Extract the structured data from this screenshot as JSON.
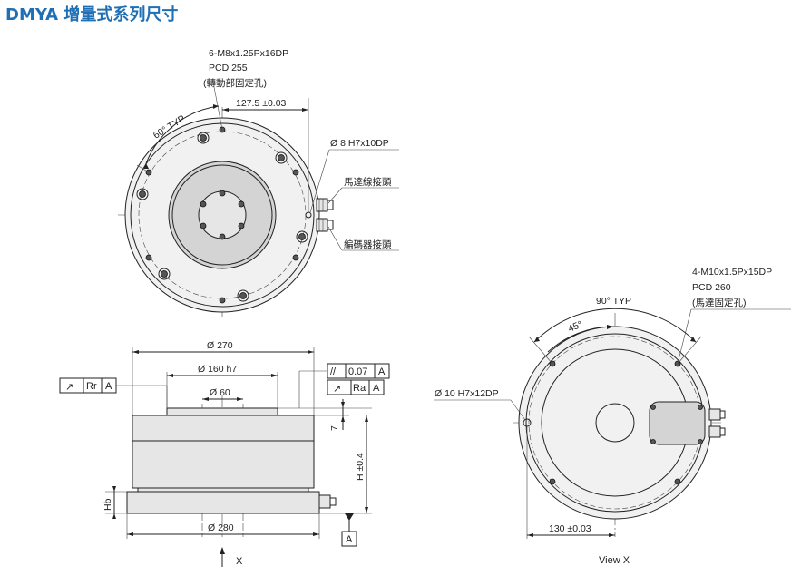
{
  "title": "DMYA 增量式系列尺寸",
  "top_view": {
    "screw_spec": "6-M8x1.25Px16DP",
    "pcd": "PCD 255",
    "screw_note": "(轉動部固定孔)",
    "angle": "60° TYP",
    "offset_dim": "127.5 ±0.03",
    "pin_hole": "Ø  8 H7x10DP",
    "motor_connector": "馬達線接頭",
    "encoder_connector": "編碼器接頭"
  },
  "side_view": {
    "dia_270": "Ø  270",
    "dia_160": "Ø  160 h7",
    "dia_60": "Ø  60",
    "dia_280": "Ø  280",
    "height": "H ±0.4",
    "step": "7",
    "hb": "Hb",
    "view_arrow": "X",
    "datum_a": "A",
    "runout_symbol": "↗",
    "runout_rr": "Rr",
    "runout_ra": "Ra",
    "parallel_symbol": "//",
    "parallel_value": "0.07"
  },
  "bottom_view": {
    "screw_spec": "4-M10x1.5Px15DP",
    "pcd": "PCD 260",
    "screw_note": "(馬達固定孔)",
    "angle_typ": "90° TYP",
    "angle_45": "45°",
    "pin_hole": "Ø  10 H7x12DP",
    "offset_dim": "130 ±0.03",
    "caption": "View X"
  }
}
